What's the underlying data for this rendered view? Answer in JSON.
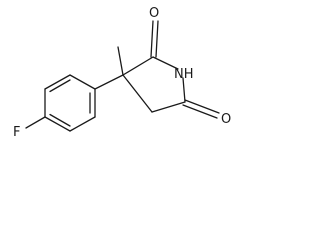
{
  "molecule": {
    "atoms": {
      "fluorine": "F",
      "amide_nitrogen": "NH",
      "carbonyl_oxygen_top": "O",
      "carbonyl_oxygen_right": "O"
    }
  }
}
